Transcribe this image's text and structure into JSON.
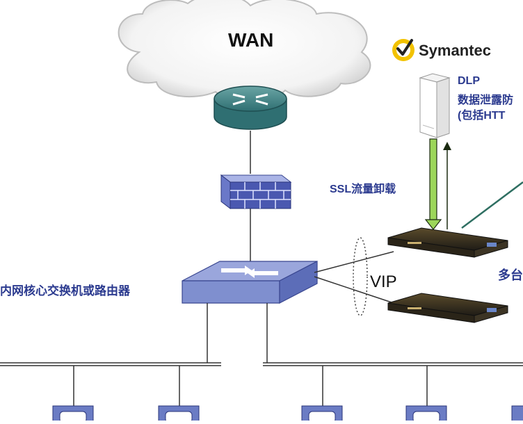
{
  "labels": {
    "wan": "WAN",
    "symantec": "Symantec",
    "dlp_line1": "DLP",
    "dlp_line2": "数据泄露防",
    "dlp_line3": "(包括HTT",
    "ssl_offload": "SSL流量卸载",
    "core_switch": "内网核心交换机或路由器",
    "vip": "VIP",
    "multi": "多台"
  },
  "colors": {
    "label_blue": "#2b3a8f",
    "switch_blue": "#7f8fcf",
    "router_teal": "#4f8f8f",
    "ssl_arrow_green": "#9cd65a",
    "appliance_dark": "#2e2a20",
    "symantec_yellow": "#f2c200"
  },
  "icons": [
    "cloud-icon",
    "router-icon",
    "firewall-icon",
    "core-switch-icon",
    "dlp-server-icon",
    "symantec-check-icon",
    "load-balancer-icon",
    "client-host-icon"
  ]
}
